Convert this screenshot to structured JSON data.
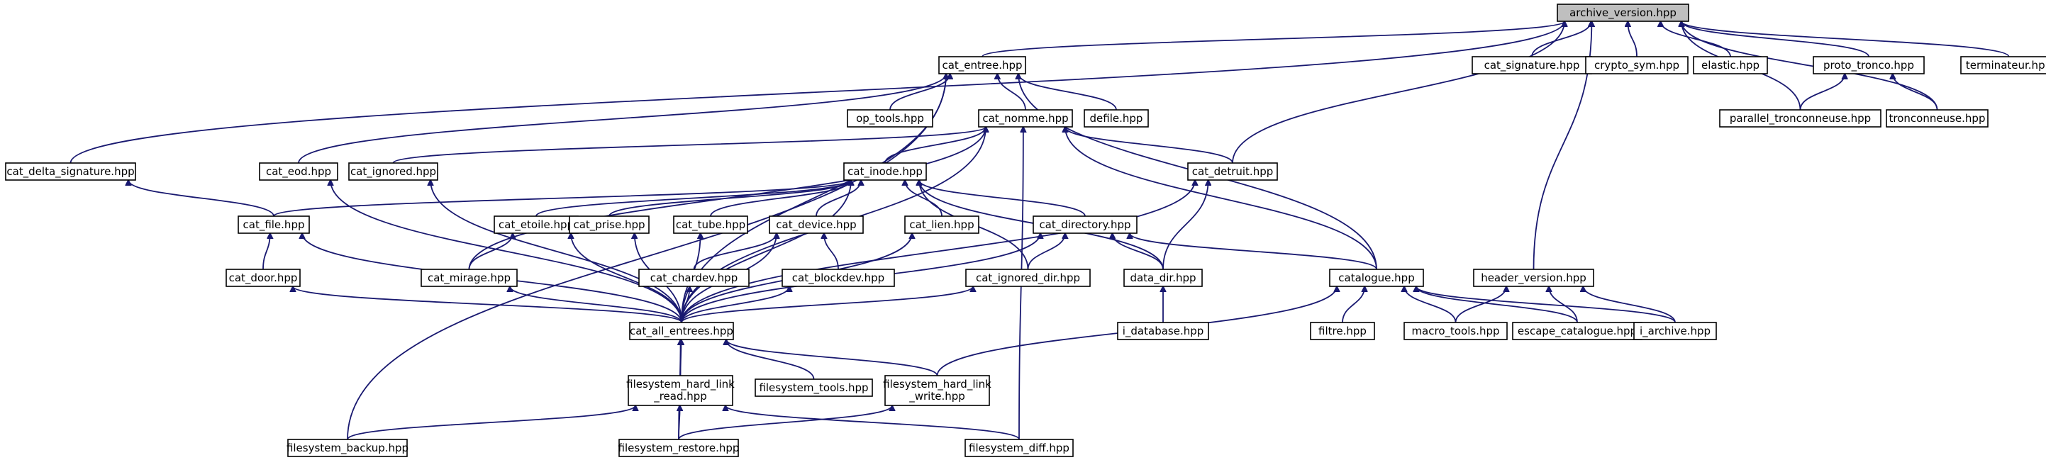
{
  "diagram": {
    "type": "include-dependency-graph",
    "colors": {
      "edge": "#191970",
      "root_fill": "#bfbfbf",
      "node_fill": "#ffffff",
      "node_border": "#000000"
    },
    "nodes": {
      "archive_version": "archive_version.hpp",
      "cat_entree": "cat_entree.hpp",
      "cat_signature": "cat_signature.hpp",
      "crypto_sym": "crypto_sym.hpp",
      "elastic": "elastic.hpp",
      "proto_tronco": "proto_tronco.hpp",
      "terminateur": "terminateur.hpp",
      "op_tools": "op_tools.hpp",
      "cat_nomme": "cat_nomme.hpp",
      "defile": "defile.hpp",
      "parallel_tronconneuse": "parallel_tronconneuse.hpp",
      "tronconneuse": "tronconneuse.hpp",
      "cat_delta_signature": "cat_delta_signature.hpp",
      "cat_eod": "cat_eod.hpp",
      "cat_ignored": "cat_ignored.hpp",
      "cat_inode": "cat_inode.hpp",
      "cat_detruit": "cat_detruit.hpp",
      "cat_file": "cat_file.hpp",
      "cat_etoile": "cat_etoile.hpp",
      "cat_prise": "cat_prise.hpp",
      "cat_tube": "cat_tube.hpp",
      "cat_device": "cat_device.hpp",
      "cat_lien": "cat_lien.hpp",
      "cat_directory": "cat_directory.hpp",
      "cat_door": "cat_door.hpp",
      "cat_mirage": "cat_mirage.hpp",
      "cat_chardev": "cat_chardev.hpp",
      "cat_blockdev": "cat_blockdev.hpp",
      "cat_ignored_dir": "cat_ignored_dir.hpp",
      "data_dir": "data_dir.hpp",
      "catalogue": "catalogue.hpp",
      "header_version": "header_version.hpp",
      "cat_all_entrees": "cat_all_entrees.hpp",
      "i_database": "i_database.hpp",
      "filtre": "filtre.hpp",
      "macro_tools": "macro_tools.hpp",
      "escape_catalogue": "escape_catalogue.hpp",
      "i_archive": "i_archive.hpp",
      "filesystem_hard_link_read": [
        "filesystem_hard_link",
        "_read.hpp"
      ],
      "filesystem_tools": "filesystem_tools.hpp",
      "filesystem_hard_link_write": [
        "filesystem_hard_link",
        "_write.hpp"
      ],
      "filesystem_backup": "filesystem_backup.hpp",
      "filesystem_restore": "filesystem_restore.hpp",
      "filesystem_diff": "filesystem_diff.hpp"
    },
    "root": "archive_version",
    "edges": [
      [
        "cat_entree",
        "archive_version"
      ],
      [
        "cat_signature",
        "archive_version"
      ],
      [
        "crypto_sym",
        "archive_version"
      ],
      [
        "elastic",
        "archive_version"
      ],
      [
        "proto_tronco",
        "archive_version"
      ],
      [
        "terminateur",
        "archive_version"
      ],
      [
        "cat_delta_signature",
        "archive_version"
      ],
      [
        "parallel_tronconneuse",
        "archive_version"
      ],
      [
        "tronconneuse",
        "archive_version"
      ],
      [
        "cat_detruit",
        "archive_version"
      ],
      [
        "header_version",
        "archive_version"
      ],
      [
        "op_tools",
        "cat_entree"
      ],
      [
        "cat_nomme",
        "cat_entree"
      ],
      [
        "defile",
        "cat_entree"
      ],
      [
        "cat_eod",
        "cat_entree"
      ],
      [
        "cat_all_entrees",
        "cat_entree"
      ],
      [
        "catalogue",
        "cat_entree"
      ],
      [
        "filesystem_backup",
        "cat_entree"
      ],
      [
        "parallel_tronconneuse",
        "proto_tronco"
      ],
      [
        "tronconneuse",
        "proto_tronco"
      ],
      [
        "cat_inode",
        "cat_nomme"
      ],
      [
        "cat_ignored",
        "cat_nomme"
      ],
      [
        "cat_detruit",
        "cat_nomme"
      ],
      [
        "cat_mirage",
        "cat_nomme"
      ],
      [
        "catalogue",
        "cat_nomme"
      ],
      [
        "cat_all_entrees",
        "cat_nomme"
      ],
      [
        "filesystem_diff",
        "cat_nomme"
      ],
      [
        "cat_file",
        "cat_delta_signature"
      ],
      [
        "cat_all_entrees",
        "cat_eod"
      ],
      [
        "cat_all_entrees",
        "cat_ignored"
      ],
      [
        "cat_file",
        "cat_inode"
      ],
      [
        "cat_etoile",
        "cat_inode"
      ],
      [
        "cat_prise",
        "cat_inode"
      ],
      [
        "cat_tube",
        "cat_inode"
      ],
      [
        "cat_device",
        "cat_inode"
      ],
      [
        "cat_lien",
        "cat_inode"
      ],
      [
        "cat_directory",
        "cat_inode"
      ],
      [
        "cat_ignored_dir",
        "cat_inode"
      ],
      [
        "data_dir",
        "cat_inode"
      ],
      [
        "cat_all_entrees",
        "cat_inode"
      ],
      [
        "data_dir",
        "cat_detruit"
      ],
      [
        "cat_all_entrees",
        "cat_detruit"
      ],
      [
        "cat_door",
        "cat_file"
      ],
      [
        "cat_all_entrees",
        "cat_file"
      ],
      [
        "cat_mirage",
        "cat_etoile"
      ],
      [
        "cat_all_entrees",
        "cat_etoile"
      ],
      [
        "cat_all_entrees",
        "cat_prise"
      ],
      [
        "cat_all_entrees",
        "cat_tube"
      ],
      [
        "cat_chardev",
        "cat_device"
      ],
      [
        "cat_blockdev",
        "cat_device"
      ],
      [
        "cat_all_entrees",
        "cat_device"
      ],
      [
        "cat_all_entrees",
        "cat_lien"
      ],
      [
        "cat_ignored_dir",
        "cat_directory"
      ],
      [
        "data_dir",
        "cat_directory"
      ],
      [
        "catalogue",
        "cat_directory"
      ],
      [
        "cat_all_entrees",
        "cat_directory"
      ],
      [
        "cat_all_entrees",
        "cat_door"
      ],
      [
        "cat_all_entrees",
        "cat_mirage"
      ],
      [
        "cat_all_entrees",
        "cat_chardev"
      ],
      [
        "cat_all_entrees",
        "cat_blockdev"
      ],
      [
        "cat_all_entrees",
        "cat_ignored_dir"
      ],
      [
        "i_database",
        "data_dir"
      ],
      [
        "filtre",
        "catalogue"
      ],
      [
        "macro_tools",
        "catalogue"
      ],
      [
        "escape_catalogue",
        "catalogue"
      ],
      [
        "i_archive",
        "catalogue"
      ],
      [
        "filesystem_hard_link_write",
        "catalogue"
      ],
      [
        "macro_tools",
        "header_version"
      ],
      [
        "escape_catalogue",
        "header_version"
      ],
      [
        "i_archive",
        "header_version"
      ],
      [
        "filesystem_hard_link_read",
        "cat_all_entrees"
      ],
      [
        "filesystem_tools",
        "cat_all_entrees"
      ],
      [
        "filesystem_hard_link_write",
        "cat_all_entrees"
      ],
      [
        "filesystem_restore",
        "cat_all_entrees"
      ],
      [
        "filesystem_backup",
        "filesystem_hard_link_read"
      ],
      [
        "filesystem_restore",
        "filesystem_hard_link_read"
      ],
      [
        "filesystem_diff",
        "filesystem_hard_link_read"
      ],
      [
        "filesystem_restore",
        "filesystem_hard_link_write"
      ]
    ]
  }
}
